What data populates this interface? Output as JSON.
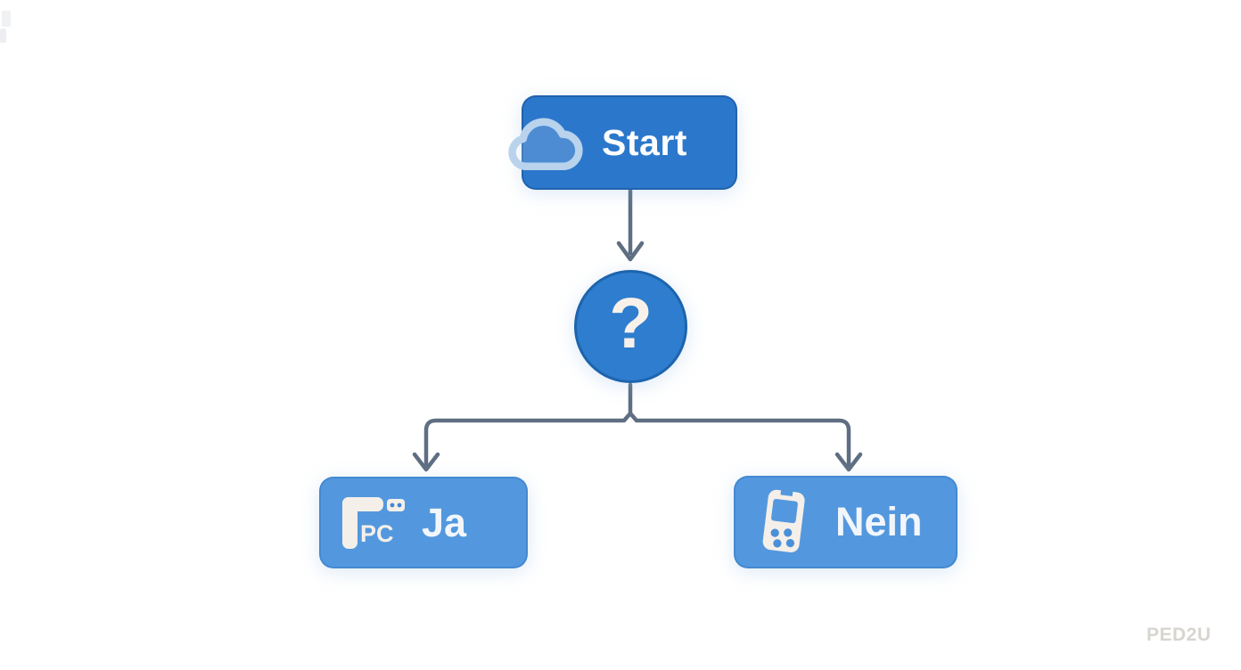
{
  "diagram": {
    "start_node": {
      "label": "Start",
      "icon": "cloud"
    },
    "decision_node": {
      "label": "?"
    },
    "yes_node": {
      "label": "Ja",
      "icon": "desktop-pc",
      "icon_text": "PC"
    },
    "no_node": {
      "label": "Nein",
      "icon": "mobile-phone"
    }
  },
  "watermark": "PED2U",
  "colors": {
    "primary_node_blue": "#2b77cb",
    "secondary_node_blue": "#5398de",
    "node_border_blue": "#1d64ad",
    "connector_gray": "#5f6e82",
    "cloud_light_blue": "#b9d3ed",
    "icon_cream": "#f5efe9",
    "text_white": "#fbfcfe",
    "watermark_gray": "#d8d5d0",
    "background": "#ffffff"
  }
}
